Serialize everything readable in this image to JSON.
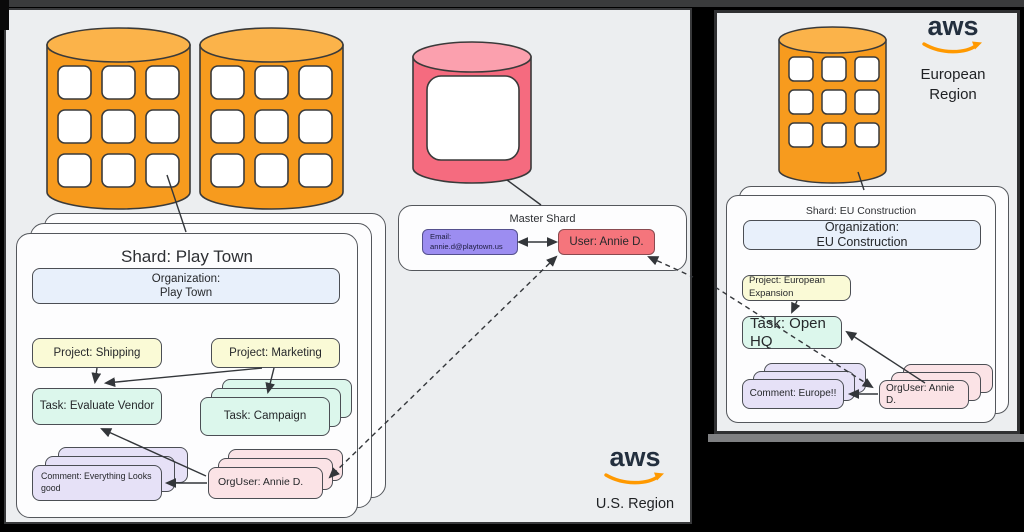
{
  "diagram": {
    "us_region": {
      "logo_text": "aws",
      "region_label": "U.S. Region",
      "play_town_shard": {
        "title": "Shard: Play Town",
        "organization": "Organization:\nPlay Town",
        "project_shipping": "Project: Shipping",
        "project_marketing": "Project: Marketing",
        "task_evaluate_vendor": "Task: Evaluate Vendor",
        "task_campaign": "Task: Campaign",
        "comment": "Comment: Everything Looks good",
        "org_user": "OrgUser: Annie D."
      },
      "master_shard": {
        "title": "Master Shard",
        "email": "Email:\nannie.d@playtown.us",
        "user": "User: Annie D."
      }
    },
    "eu_region": {
      "logo_text": "aws",
      "region_label": "European\nRegion",
      "eu_shard": {
        "title": "Shard: EU Construction",
        "organization": "Organization:\nEU Construction",
        "project": "Project: European Expansion",
        "task": "Task: Open HQ",
        "comment": "Comment: Europe!!",
        "org_user": "OrgUser: Annie D."
      }
    }
  },
  "colors": {
    "aws-orange": "#F79B1E",
    "aws-orange-top": "#FBB34A",
    "aws-swoosh": "#FF9900",
    "aws-navy": "#232F3E",
    "pink-db": "#F56B7F",
    "pink-db-top": "#FBA0AE",
    "panel-bg": "#ECEEF0",
    "org-blue": "#E8F0FB",
    "project-yellow": "#FAFAD6",
    "task-mint": "#DCF7EC",
    "comment-lavender": "#E6E1F7",
    "orguser-pink": "#FBE3E6",
    "email-purple": "#9C8DF1",
    "user-salmon": "#F5757C",
    "line": "#33363A"
  }
}
